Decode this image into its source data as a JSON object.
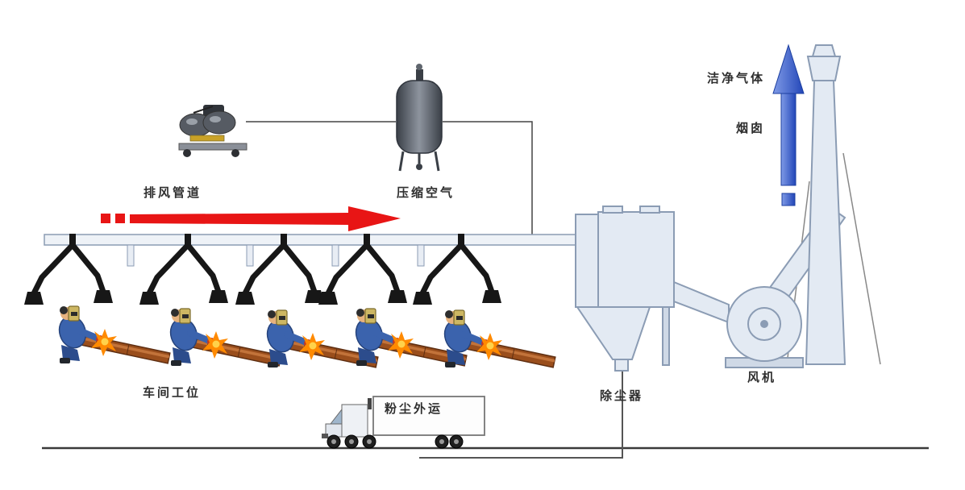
{
  "labels": {
    "exhaust_duct": "排风管道",
    "compressed_air": "压缩空气",
    "clean_gas": "洁净气体",
    "chimney": "烟囱",
    "workshop_stations": "车间工位",
    "dust_transport": "粉尘外运",
    "dust_collector": "除尘器",
    "fan": "风机"
  },
  "colors": {
    "exhaust_arrow_red": "#e81515",
    "clean_gas_arrow_blue": "#2d52c4",
    "equipment_fill": "#e3eaf3",
    "equipment_stroke": "#8b9cb4",
    "extraction_arm_black": "#171717",
    "beam_brown": "#9a4e1c",
    "worker_blue": "#3b63ad",
    "spark_orange": "#ff8a00",
    "tank_gray": "#3a3f47",
    "ground_line": "#3a3a3a"
  },
  "counts": {
    "welding_stations": 5,
    "extraction_arms": 5
  },
  "components": [
    "air-compressor",
    "compressed-air-tank",
    "exhaust-duct",
    "exhaust-flow-arrow",
    "fume-extraction-arm",
    "welding-station",
    "dust-collector",
    "induced-draft-fan",
    "chimney",
    "clean-gas-arrow",
    "dust-removal-truck",
    "ground-line"
  ]
}
